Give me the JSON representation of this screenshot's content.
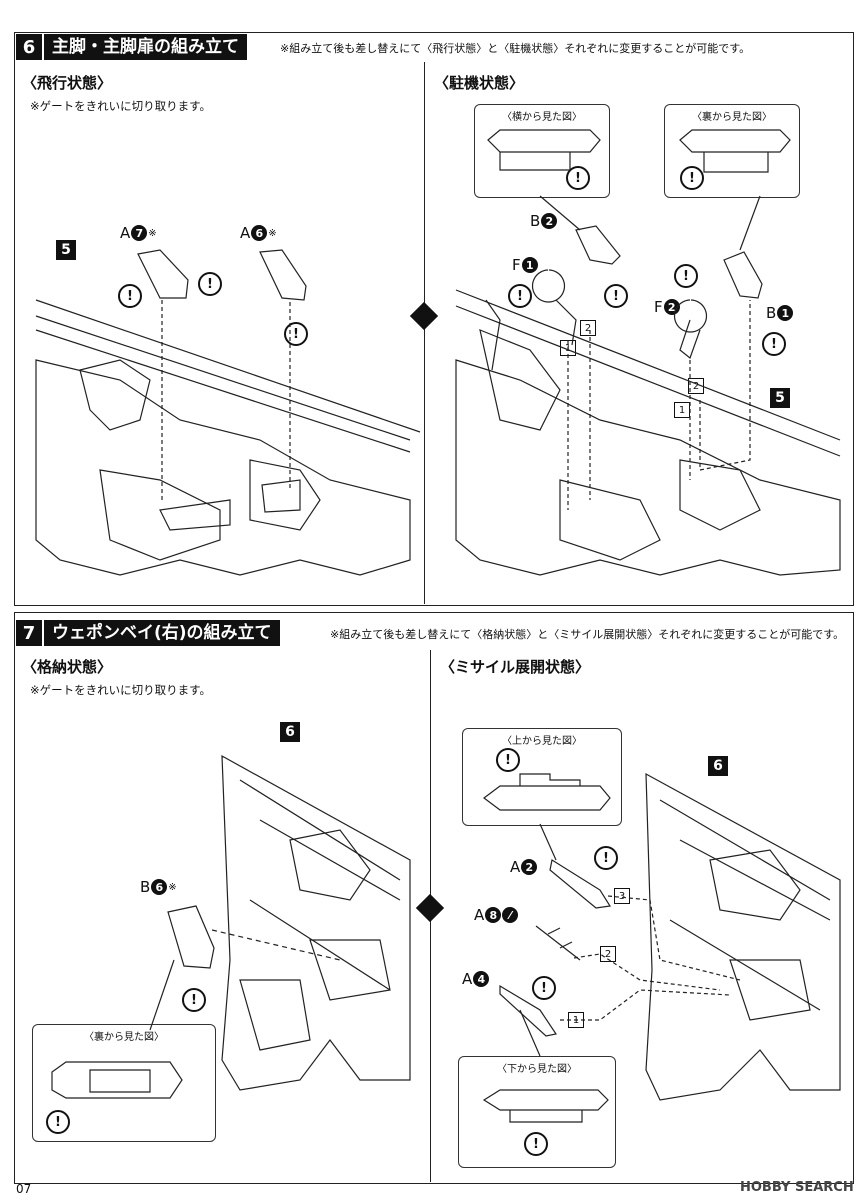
{
  "step6": {
    "number": "6",
    "title": "主脚・主脚扉の組み立て",
    "note": "※組み立て後も差し替えにて〈飛行状態〉と〈駐機状態〉それぞれに変更することが可能です。",
    "left": {
      "state": "〈飛行状態〉",
      "gate_note": "※ゲートをきれいに切り取ります。",
      "base_part": "5",
      "parts": [
        {
          "letter": "A",
          "num": "7",
          "mark": "※"
        },
        {
          "letter": "A",
          "num": "6",
          "mark": "※"
        }
      ]
    },
    "right": {
      "state": "〈駐機状態〉",
      "base_part": "5",
      "views": [
        "〈横から見た図〉",
        "〈裏から見た図〉"
      ],
      "parts": [
        {
          "letter": "B",
          "num": "2"
        },
        {
          "letter": "F",
          "num": "1"
        },
        {
          "letter": "F",
          "num": "2"
        },
        {
          "letter": "B",
          "num": "1"
        }
      ],
      "steps": [
        "1",
        "2",
        "1",
        "2"
      ]
    }
  },
  "step7": {
    "number": "7",
    "title": "ウェポンベイ(右)の組み立て",
    "note": "※組み立て後も差し替えにて〈格納状態〉と〈ミサイル展開状態〉それぞれに変更することが可能です。",
    "left": {
      "state": "〈格納状態〉",
      "gate_note": "※ゲートをきれいに切り取ります。",
      "base_part": "6",
      "view": "〈裏から見た図〉",
      "parts": [
        {
          "letter": "B",
          "num": "6",
          "mark": "※"
        }
      ]
    },
    "right": {
      "state": "〈ミサイル展開状態〉",
      "base_part": "6",
      "views": [
        "〈上から見た図〉",
        "〈下から見た図〉"
      ],
      "parts": [
        {
          "letter": "A",
          "num": "2"
        },
        {
          "letter": "A",
          "num": "8"
        },
        {
          "letter": "A",
          "num": "4"
        }
      ],
      "steps": [
        "3",
        "2",
        "1"
      ]
    }
  },
  "footer": {
    "page": "07",
    "watermark": "HOBBY SEARCH"
  }
}
